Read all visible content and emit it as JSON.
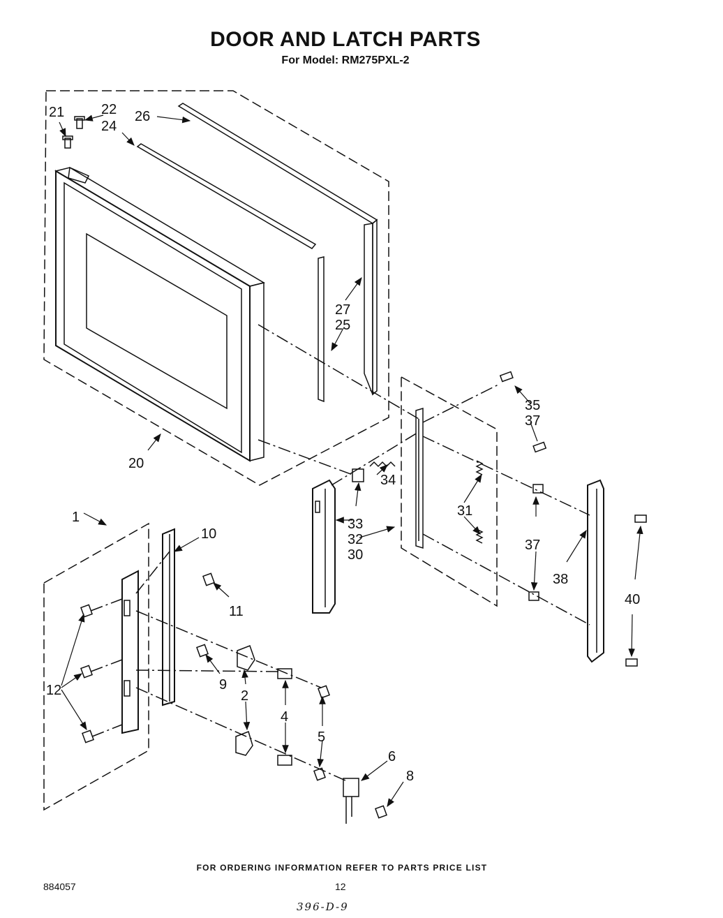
{
  "header": {
    "title": "DOOR AND LATCH PARTS",
    "subtitle": "For Model: RM275PXL-2"
  },
  "callouts": {
    "c1": "1",
    "c2": "2",
    "c4": "4",
    "c5": "5",
    "c6": "6",
    "c8": "8",
    "c9": "9",
    "c10": "10",
    "c11": "11",
    "c12": "12",
    "c20": "20",
    "c21": "21",
    "c22": "22",
    "c24": "24",
    "c25": "25",
    "c26": "26",
    "c27": "27",
    "c30": "30",
    "c31": "31",
    "c32": "32",
    "c33": "33",
    "c34": "34",
    "c35": "35",
    "c37a": "37",
    "c37b": "37",
    "c38": "38",
    "c40": "40"
  },
  "footer": {
    "note": "FOR ORDERING INFORMATION REFER TO PARTS PRICE LIST",
    "doc_number": "884057",
    "page_number": "12",
    "handwritten": "396-D-9"
  }
}
